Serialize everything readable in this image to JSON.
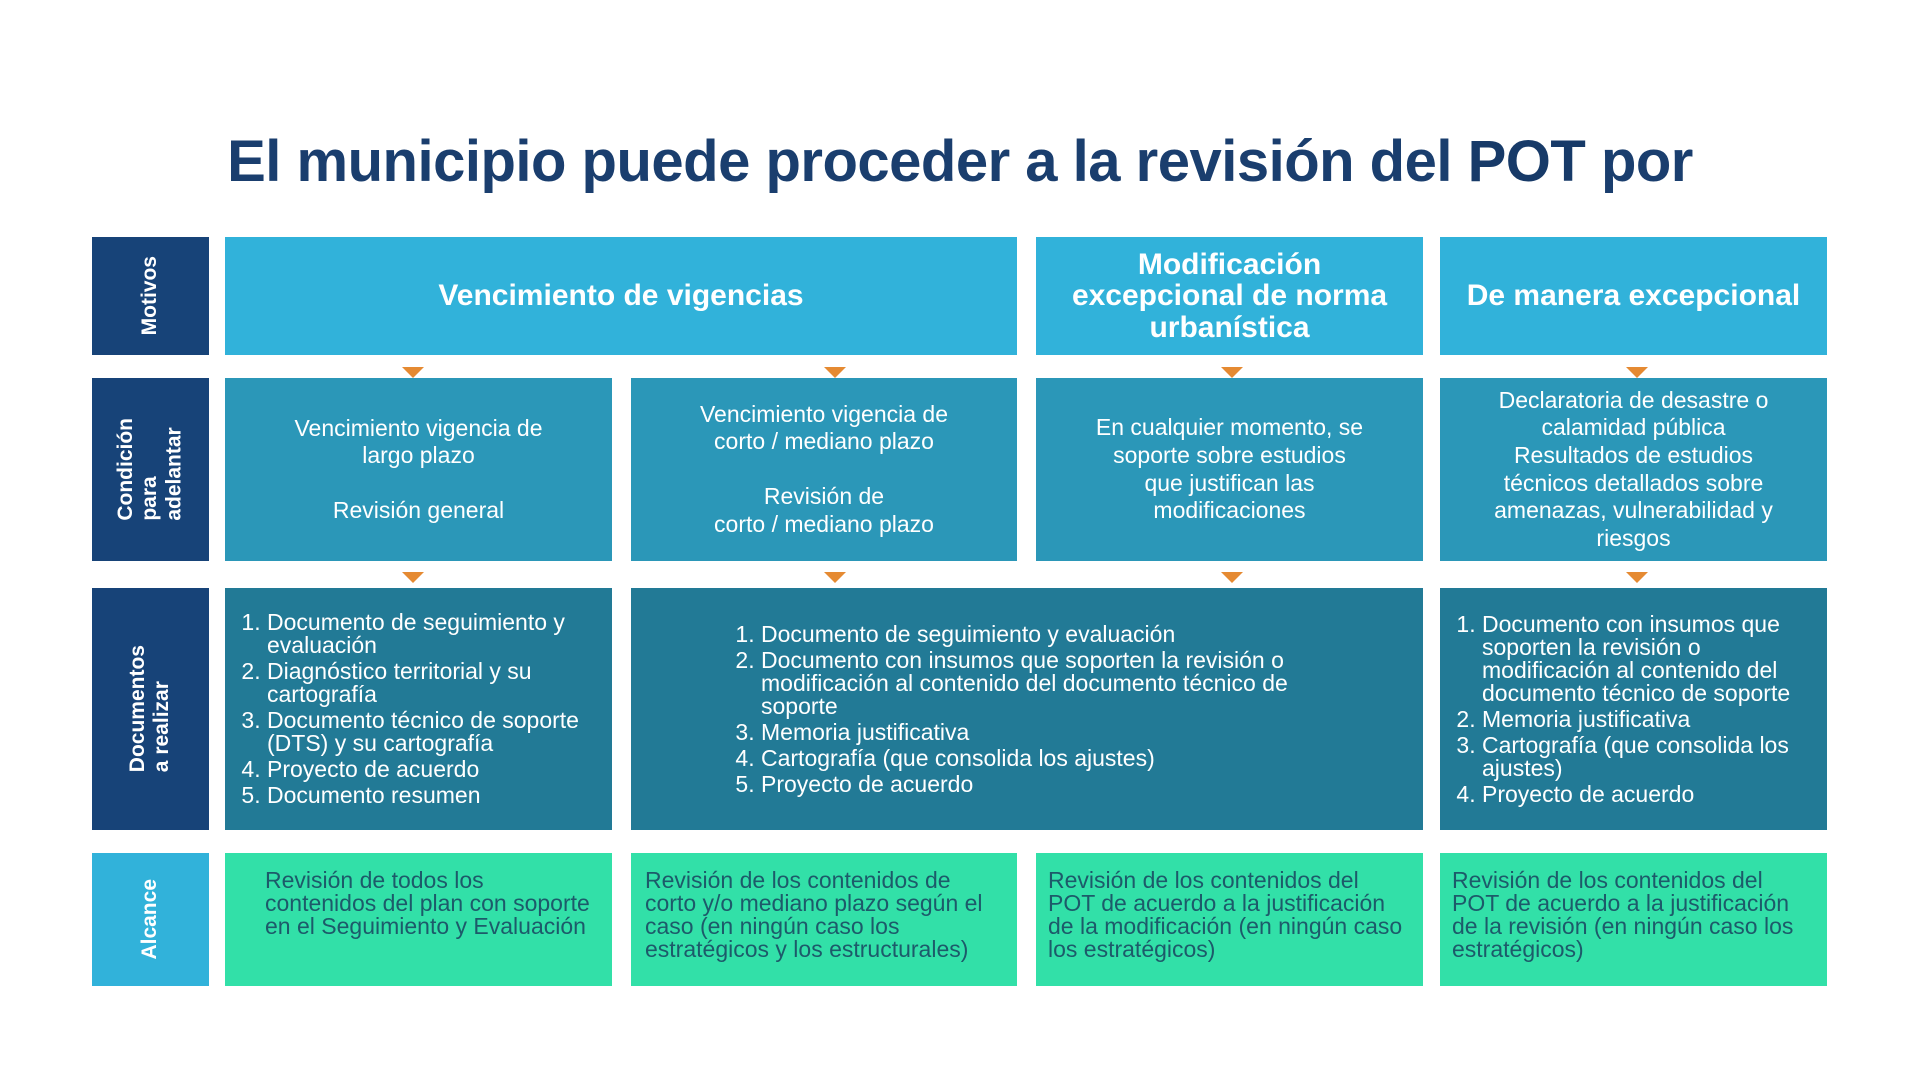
{
  "title": {
    "prefix": "El municipio puede proceder a la revisión del ",
    "bold": "POT",
    "suffix": " por"
  },
  "labels": {
    "motivos": "Motivos",
    "condicion": [
      "Condición",
      "para",
      "adelantar"
    ],
    "documentos": [
      "Documentos",
      "a realizar"
    ],
    "alcance": "Alcance"
  },
  "motivos": [
    "Vencimiento de vigencias",
    "Modificación excepcional de norma urbanística",
    "De manera excepcional"
  ],
  "condiciones": [
    [
      "Vencimiento vigencia de",
      "largo plazo",
      "",
      "Revisión general"
    ],
    [
      "Vencimiento vigencia de",
      "corto / mediano plazo",
      "",
      "Revisión de",
      "corto / mediano plazo"
    ],
    [
      "En cualquier momento, se",
      "soporte sobre estudios",
      "que justifican las",
      "modificaciones"
    ],
    [
      "Declaratoria de desastre o",
      "calamidad pública",
      "Resultados de estudios",
      "técnicos detallados sobre",
      "amenazas, vulnerabilidad y",
      "riesgos"
    ]
  ],
  "documentos": [
    [
      "Documento de seguimiento y evaluación",
      "Diagnóstico territorial y su cartografía",
      "Documento técnico de soporte (DTS) y su cartografía",
      "Proyecto de acuerdo",
      "Documento resumen"
    ],
    [
      "Documento de seguimiento y evaluación",
      "Documento con insumos que soporten la revisión o modificación al contenido del documento técnico de soporte",
      "Memoria justificativa",
      "Cartografía (que consolida los ajustes)",
      "Proyecto de acuerdo"
    ],
    [
      "Documento con insumos que soporten la revisión o modificación al contenido del documento técnico de soporte",
      "Memoria justificativa",
      "Cartografía (que consolida los ajustes)",
      "Proyecto de acuerdo"
    ]
  ],
  "alcance": [
    "Revisión de todos los contenidos del plan con soporte en el Seguimiento y Evaluación",
    "Revisión de los contenidos de corto y/o mediano plazo según el caso (en ningún caso los estratégicos y los estructurales)",
    "Revisión de los contenidos del POT de acuerdo a la justificación de la modificación (en ningún caso los estratégicos)",
    "Revisión de los contenidos del POT de acuerdo a la justificación de la revisión (en ningún caso los estratégicos)"
  ]
}
